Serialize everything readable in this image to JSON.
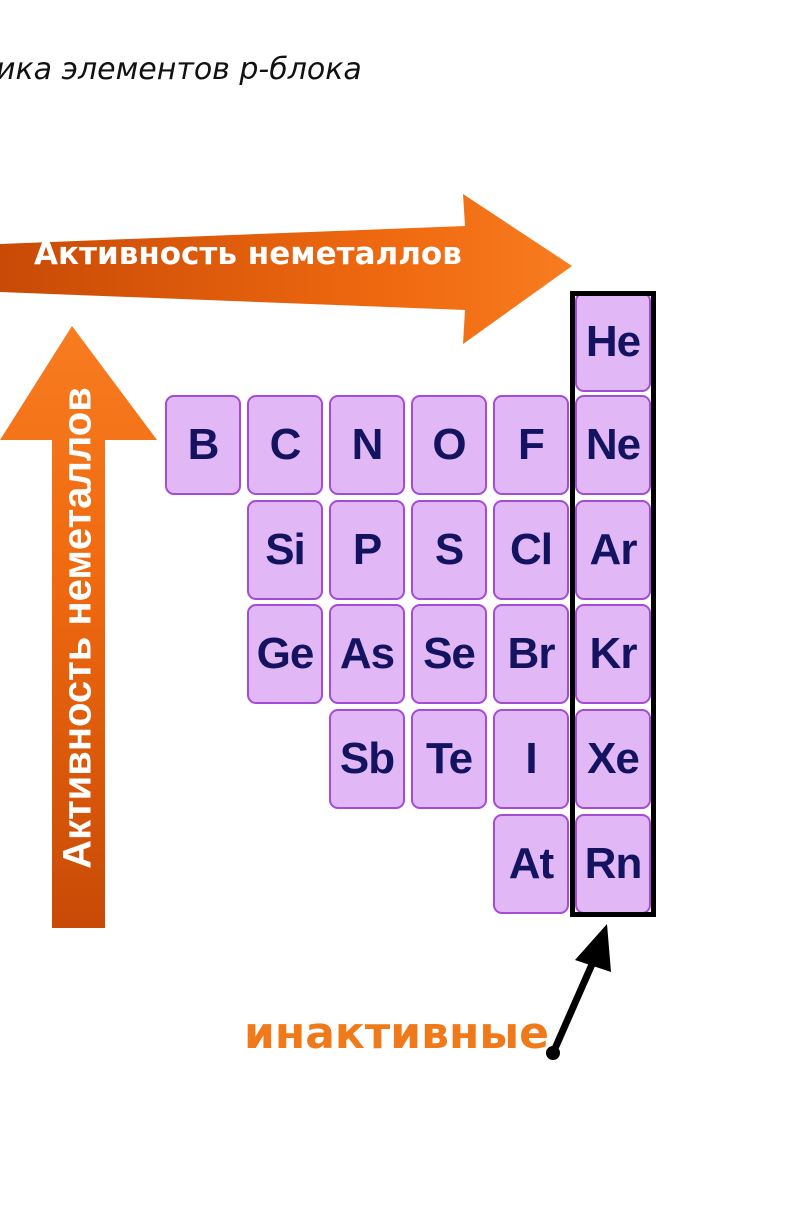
{
  "title": "ика элементов p-блока",
  "arrows": {
    "horizontal_label": "Активность неметаллов",
    "vertical_label": "Активность неметаллов",
    "color": "#f06a10"
  },
  "elements": {
    "He": "He",
    "B": "B",
    "C": "C",
    "N": "N",
    "O": "O",
    "F": "F",
    "Ne": "Ne",
    "Si": "Si",
    "P": "P",
    "S": "S",
    "Cl": "Cl",
    "Ar": "Ar",
    "Ge": "Ge",
    "As": "As",
    "Se": "Se",
    "Br": "Br",
    "Kr": "Kr",
    "Sb": "Sb",
    "Te": "Te",
    "I": "I",
    "Xe": "Xe",
    "At": "At",
    "Rn": "Rn"
  },
  "noble_gases_label": "инактивные",
  "colors": {
    "cell_fill": "#e2b7f5",
    "cell_border": "#a34cd6",
    "symbol_text": "#14135f",
    "label_orange": "#f07a1a"
  }
}
